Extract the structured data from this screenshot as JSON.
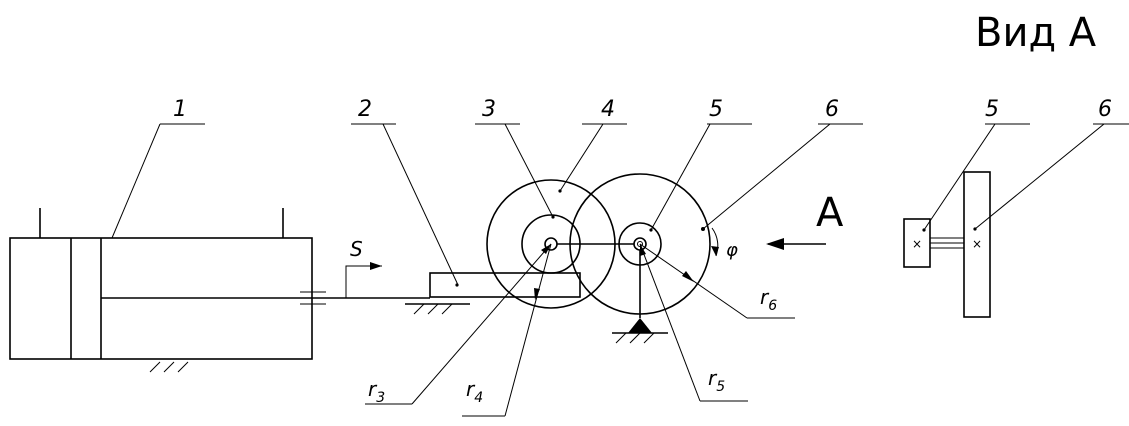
{
  "title": "Вид А",
  "view_arrow_label": "A",
  "motion_label": "S",
  "rotation_label": "φ",
  "parts": [
    {
      "id": "1"
    },
    {
      "id": "2"
    },
    {
      "id": "3"
    },
    {
      "id": "4"
    },
    {
      "id": "5"
    },
    {
      "id": "6"
    }
  ],
  "radii": [
    {
      "base": "r",
      "sub": "3"
    },
    {
      "base": "r",
      "sub": "4"
    },
    {
      "base": "r",
      "sub": "5"
    },
    {
      "base": "r",
      "sub": "6"
    }
  ],
  "side_view": {
    "labels": [
      "5",
      "6"
    ]
  }
}
